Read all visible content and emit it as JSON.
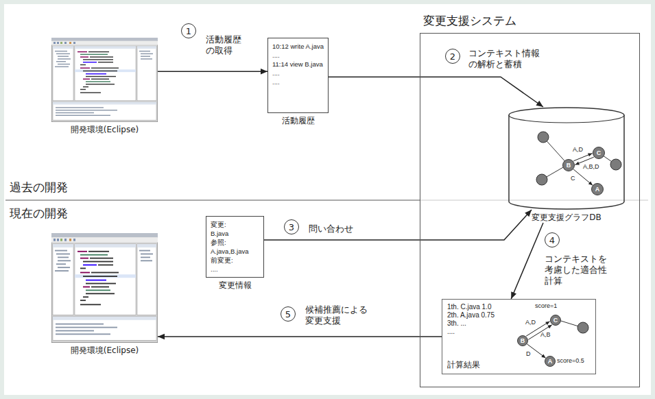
{
  "diagram": {
    "nodes": [
      {
        "text": [
          "開発環境(Eclipse)"
        ]
      },
      {
        "text": [
          "10:12 write A.java",
          "....",
          "11:14 view B.java",
          "....",
          "....",
          "活動履歴"
        ]
      },
      {
        "text": [
          "変更支援システム"
        ]
      },
      {
        "text": [
          "変更支援グラフDB"
        ],
        "in": 2
      },
      {
        "text": [
          "B"
        ],
        "in": 3
      },
      {
        "text": [
          "C"
        ],
        "in": 3
      },
      {
        "text": [
          "A"
        ],
        "in": 3
      },
      {
        "text": [
          "変更:",
          "B.java",
          "参照:",
          "A.java,B.java",
          "前変更:",
          "....",
          "変更情報"
        ]
      },
      {
        "text": [
          "1th. C.java 1.0",
          "2th. A.java 0.75",
          "3th. ...",
          "....",
          "計算結果"
        ],
        "in": 2
      },
      {
        "text": [
          "B"
        ],
        "in": 8
      },
      {
        "text": [
          "C"
        ],
        "in": 8
      },
      {
        "text": [
          "A"
        ],
        "in": 8
      },
      {
        "text": [
          "開発環境(Eclipse)"
        ]
      }
    ],
    "edges": [
      {
        "from": 0,
        "to": 1,
        "arrow": "to",
        "label": "活動履歴の取得"
      },
      {
        "from": 1,
        "to": 3,
        "arrow": "to",
        "label": "コンテキスト情報の解析と蓄積"
      },
      {
        "from": 4,
        "to": 5,
        "arrow": "to",
        "label": "A,D"
      },
      {
        "from": 5,
        "to": 4,
        "arrow": "to",
        "label": "A,B,D"
      },
      {
        "from": 4,
        "to": 6,
        "arrow": "to",
        "label": "C"
      },
      {
        "from": 7,
        "to": 3,
        "arrow": "to",
        "label": "問い合わせ"
      },
      {
        "from": 3,
        "to": 8,
        "arrow": "to",
        "label": "コンテキストを考慮した適合性計算"
      },
      {
        "from": 9,
        "to": 10,
        "arrow": "to",
        "label": "A,D"
      },
      {
        "from": 9,
        "to": 10,
        "arrow": "to",
        "label": "A,B"
      },
      {
        "from": 9,
        "to": 11,
        "arrow": "to",
        "label": "D"
      },
      {
        "from": 8,
        "to": 12,
        "arrow": "to",
        "label": "候補推薦による変更支援"
      }
    ],
    "labels": [
      "過去の開発",
      "現在の開発",
      "1",
      "2",
      "3",
      "4",
      "5",
      "score=1",
      "score=0.5"
    ]
  }
}
